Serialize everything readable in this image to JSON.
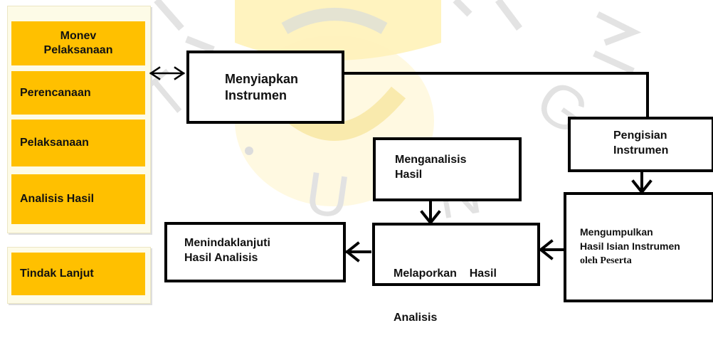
{
  "watermark": {
    "letters": [
      "T",
      "G",
      "U",
      "N"
    ]
  },
  "sidebar": {
    "title": [
      "Monev",
      "Pelaksanaan"
    ],
    "items": [
      "Perencanaan",
      "Pelaksanaan",
      "Analisis Hasil"
    ],
    "tindak_lanjut": "Tindak Lanjut"
  },
  "process": {
    "menyiapkan": [
      "Menyiapkan",
      "Instrumen"
    ],
    "pengisian": [
      "Pengisian",
      "Instrumen"
    ],
    "menganalisis": [
      "Menganalisis",
      "Hasil"
    ],
    "mengumpulkan": [
      "Mengumpulkan",
      "Hasil Isian Instrumen",
      "oleh Peserta"
    ],
    "melaporkan": [
      "Melaporkan    Hasil",
      "Analisis"
    ],
    "menindaklanjuti": [
      "Menindaklanjuti",
      "Hasil Analisis"
    ]
  },
  "colors": {
    "sidebar_box": "#ffc000",
    "panel_bg": "#fdfbe7",
    "border": "#000000",
    "watermark_logo": "#ffe98a"
  }
}
